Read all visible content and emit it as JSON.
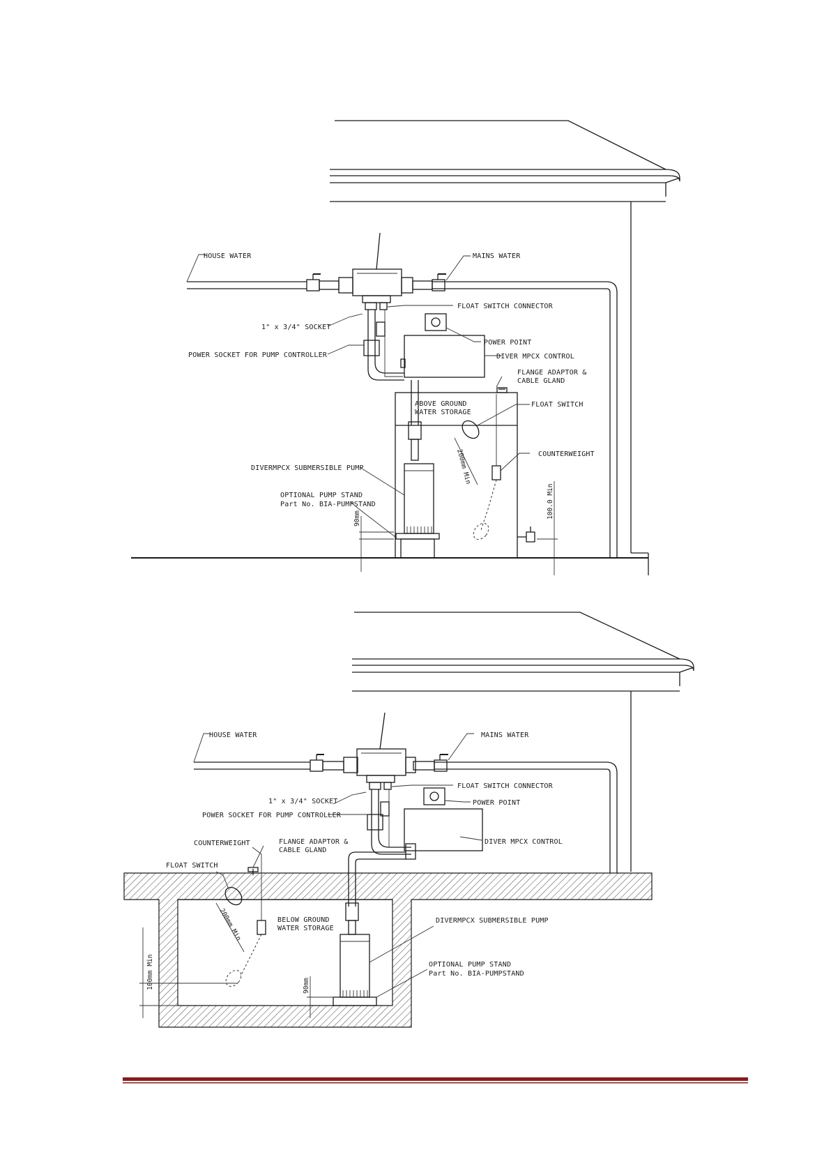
{
  "above_ground": {
    "house_water": "HOUSE WATER",
    "mains_water": "MAINS WATER",
    "float_switch_connector": "FLOAT SWITCH CONNECTOR",
    "socket": "1\" x 3/4\" SOCKET",
    "power_point": "POWER POINT",
    "power_socket": "POWER SOCKET FOR PUMP CONTROLLER",
    "control": "DIVER MPCX CONTROL",
    "flange_1": "FLANGE ADAPTOR &",
    "flange_2": "CABLE GLAND",
    "storage_1": "ABOVE GROUND",
    "storage_2": "WATER STORAGE",
    "float_switch": "FLOAT SWITCH",
    "counterweight": "COUNTERWEIGHT",
    "pump": "DIVERMPCX SUBMERSIBLE PUMP",
    "stand_1": "OPTIONAL PUMP STAND",
    "stand_2": "Part No. BIA-PUMPSTAND",
    "dim_float": "200mm Min",
    "dim_stand": "90mm",
    "dim_tap": "100.0 Min"
  },
  "below_ground": {
    "house_water": "HOUSE WATER",
    "mains_water": "MAINS WATER",
    "float_switch_connector": "FLOAT SWITCH CONNECTOR",
    "socket": "1\" x 3/4\" SOCKET",
    "power_point": "POWER POINT",
    "power_socket": "POWER SOCKET FOR PUMP CONTROLLER",
    "control": "DIVER MPCX CONTROL",
    "counterweight": "COUNTERWEIGHT",
    "flange_1": "FLANGE ADAPTOR &",
    "flange_2": "CABLE GLAND",
    "float_switch": "FLOAT SWITCH",
    "storage_1": "BELOW GROUND",
    "storage_2": "WATER STORAGE",
    "pump": "DIVERMPCX SUBMERSIBLE PUMP",
    "stand_1": "OPTIONAL PUMP STAND",
    "stand_2": "Part No. BIA-PUMPSTAND",
    "dim_float": "200mm Min",
    "dim_min": "100mm Min",
    "dim_stand": "90mm"
  },
  "colors": {
    "footer_rule": "#8b1a1a",
    "line": "#1a1a1a"
  }
}
